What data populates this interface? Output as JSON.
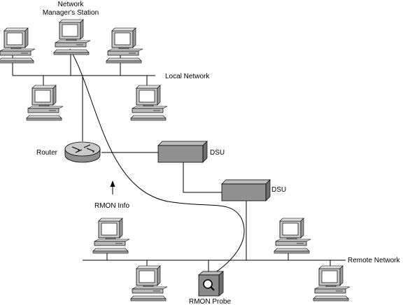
{
  "labels": {
    "station_line1": "Network",
    "station_line2": "Manager's Station",
    "local_network": "Local Network",
    "router": "Router",
    "dsu_1": "DSU",
    "dsu_2": "DSU",
    "rmon_info": "RMON Info",
    "remote_network": "Remote Network",
    "rmon_probe": "RMON Probe"
  },
  "colors": {
    "line": "#000000",
    "monitor_body": "#c8c8c8",
    "screen": "#ffffff",
    "dsu_front": "#909090",
    "dsu_top": "#bdbdbd",
    "dsu_side": "#6e6e6e",
    "router": "#b5b5b5",
    "probe": "#8a8a8a"
  }
}
